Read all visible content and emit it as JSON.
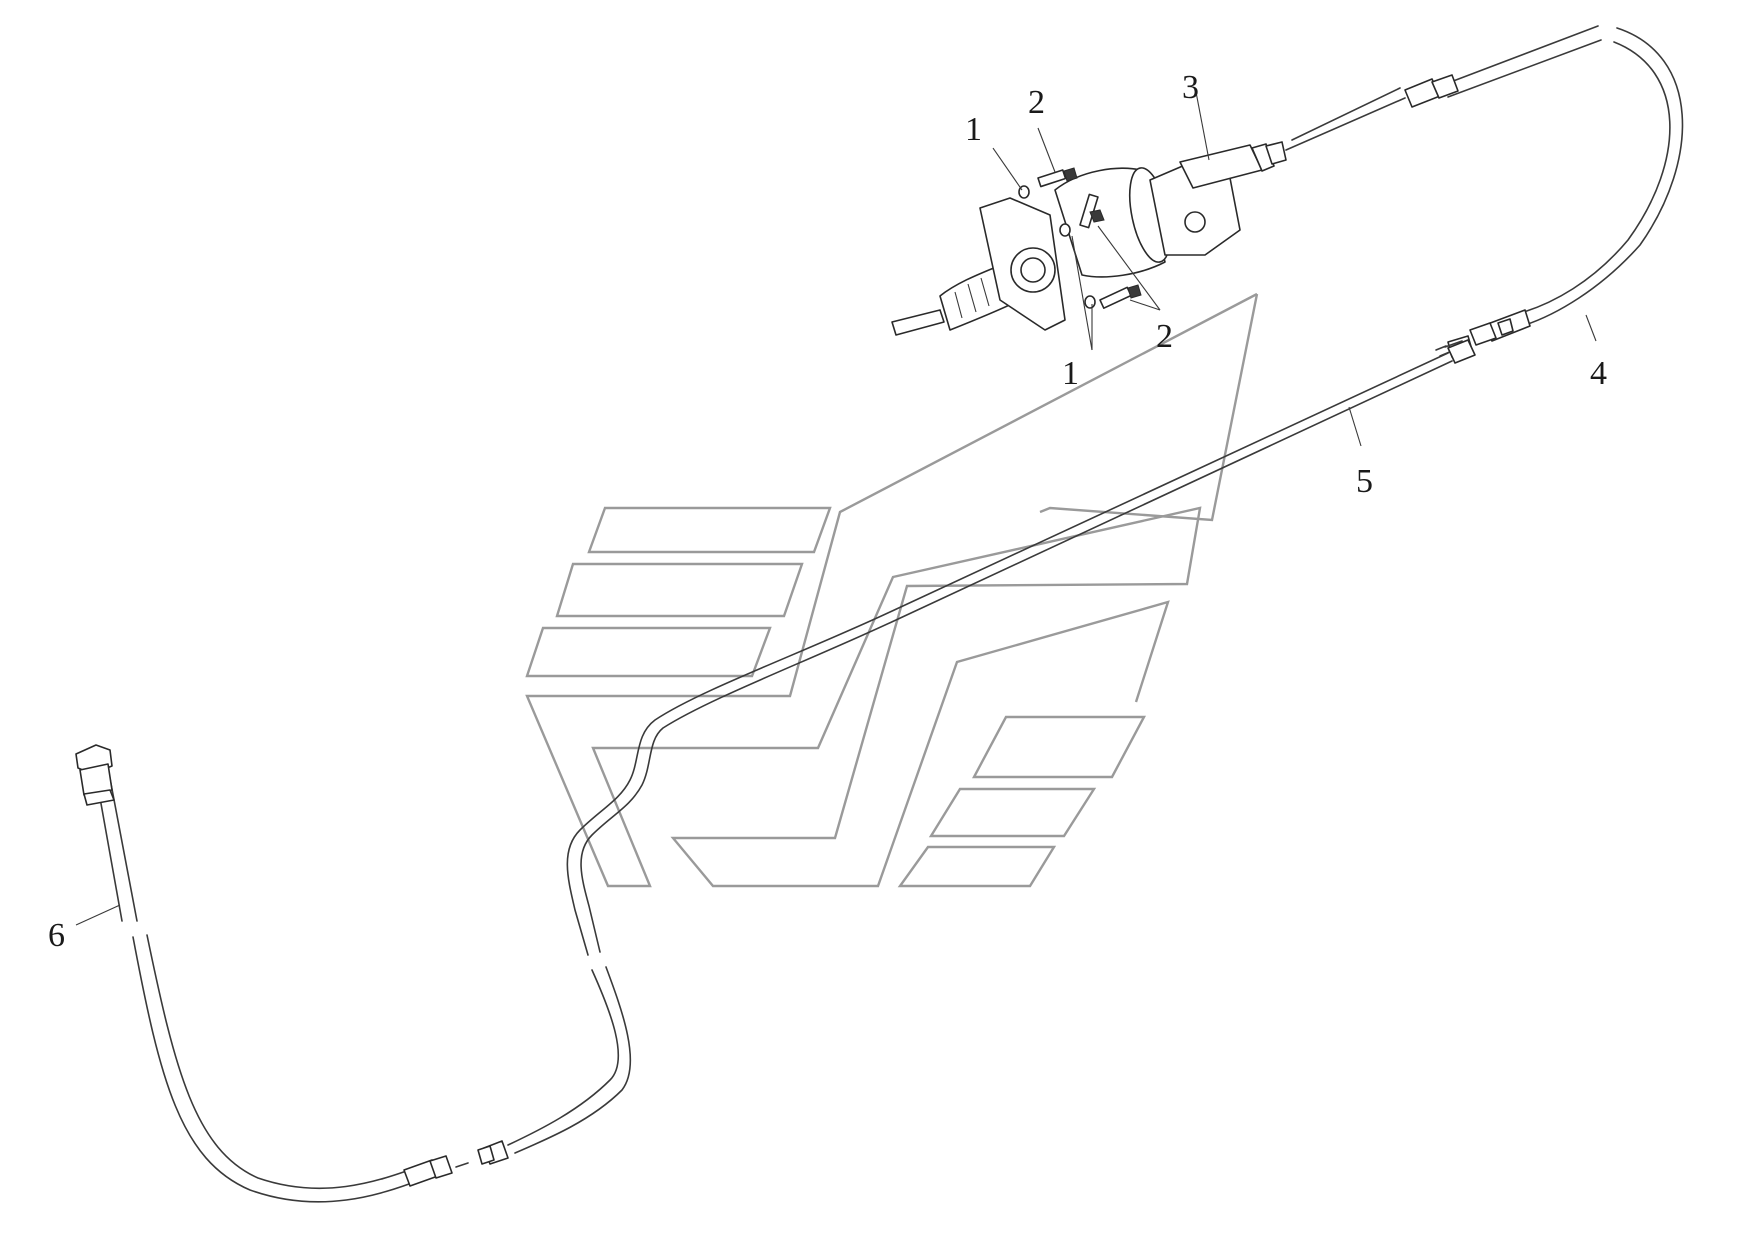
{
  "diagram": {
    "callouts": [
      {
        "id": "c1a",
        "label": "1"
      },
      {
        "id": "c2a",
        "label": "2"
      },
      {
        "id": "c3",
        "label": "3"
      },
      {
        "id": "c2b",
        "label": "2"
      },
      {
        "id": "c1b",
        "label": "1"
      },
      {
        "id": "c4",
        "label": "4"
      },
      {
        "id": "c5",
        "label": "5"
      },
      {
        "id": "c6",
        "label": "6"
      }
    ]
  }
}
